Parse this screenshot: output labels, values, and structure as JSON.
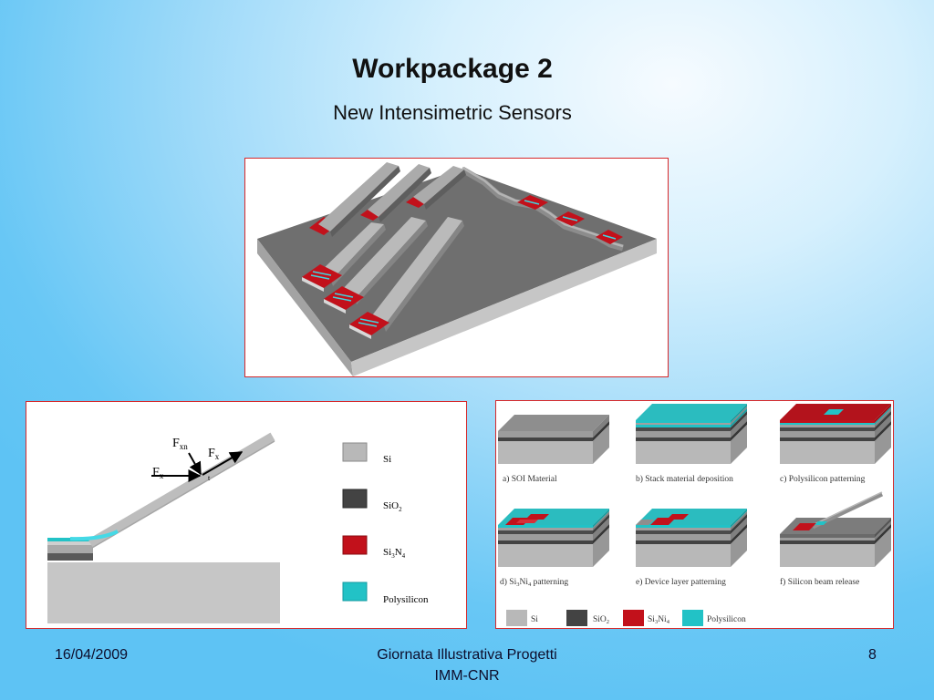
{
  "slide": {
    "title": "Workpackage 2",
    "subtitle": "New Intensimetric Sensors"
  },
  "colors": {
    "si": "#b8b8b8",
    "sio2": "#434343",
    "si3n4": "#c2111b",
    "polysilicon": "#22c2c6",
    "frame_border": "#d6282a"
  },
  "beam_figure": {
    "force_labels": [
      {
        "symbol": "F",
        "subscript": "xn"
      },
      {
        "symbol": "F",
        "subscript": "x"
      },
      {
        "symbol": "F",
        "subscript": "x"
      }
    ],
    "point_mark": "t",
    "legend": [
      {
        "text": "Si"
      },
      {
        "text": "SiO",
        "sub": "2"
      },
      {
        "text": "Si",
        "sub": "3",
        "text2": "N",
        "sub2": "4"
      },
      {
        "text": "Polysilicon"
      }
    ]
  },
  "process_figure": {
    "steps": [
      {
        "caption": "a) SOI Material"
      },
      {
        "caption": "b) Stack material deposition"
      },
      {
        "caption": "c) Polysilicon patterning"
      },
      {
        "caption": "d) Si",
        "sub": "3",
        "caption2": "Ni",
        "sub2": "4",
        "caption3": " patterning"
      },
      {
        "caption": "e) Device layer patterning"
      },
      {
        "caption": "f) Silicon beam release"
      }
    ],
    "legend": [
      {
        "text": "Si"
      },
      {
        "text": "SiO",
        "sub": "2"
      },
      {
        "text": "Si",
        "sub": "3",
        "text2": "Ni",
        "sub2": "4"
      },
      {
        "text": "Polysilicon"
      }
    ]
  },
  "footer": {
    "date": "16/04/2009",
    "center_line1": "Giornata Illustrativa Progetti",
    "center_line2": "IMM-CNR",
    "page_number": "8"
  }
}
